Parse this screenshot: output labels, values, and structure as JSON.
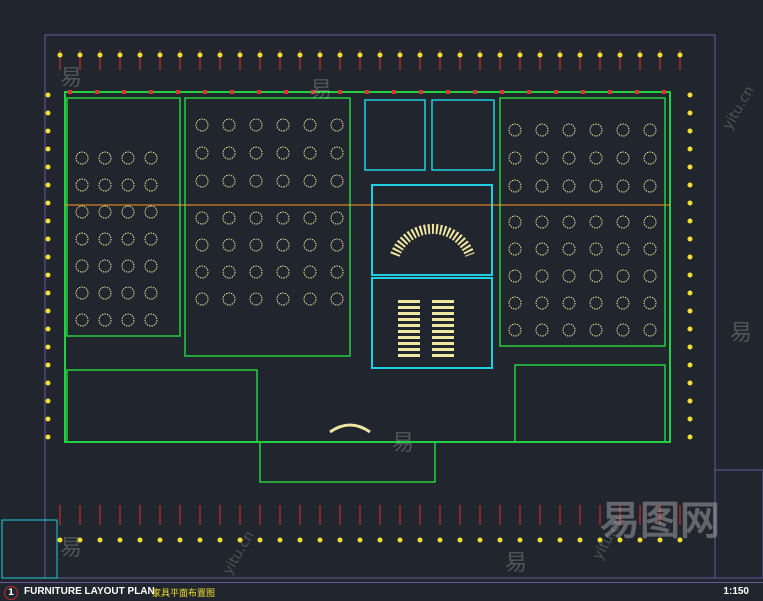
{
  "drawing": {
    "sheet_number": "1",
    "title": "FURNITURE LAYOUT PLAN",
    "subtitle": "家具平面布置图",
    "scale": "1:150"
  },
  "watermark": {
    "logo": "易图网",
    "char": "易",
    "url": "yitu.cn"
  },
  "colors": {
    "background": "#21252d",
    "walls": "#22d040",
    "cyan": "#20d0e0",
    "furniture": "#f0e8a0",
    "labels": "#ff9a20",
    "frame": "#6a5a9a"
  }
}
